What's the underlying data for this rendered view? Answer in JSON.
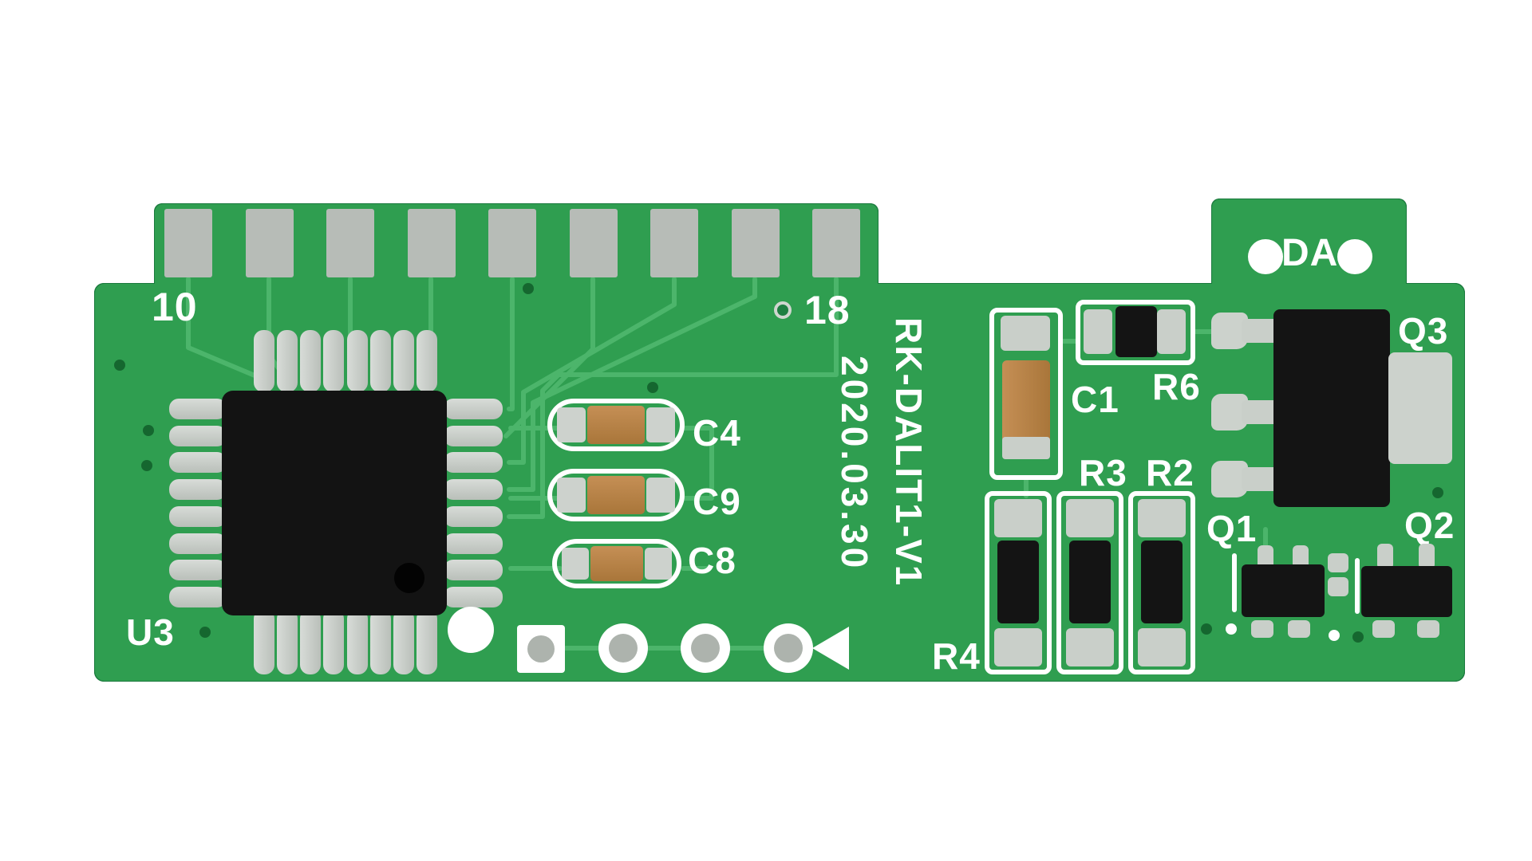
{
  "labels": {
    "connector_left": "10",
    "connector_right": "18",
    "da": "DA",
    "u3": "U3",
    "c4": "C4",
    "c9": "C9",
    "c8": "C8",
    "c1": "C1",
    "r6": "R6",
    "r3": "R3",
    "r2": "R2",
    "r4": "R4",
    "q1": "Q1",
    "q2": "Q2",
    "q3": "Q3",
    "board_name": "RK-DALIT1-V1",
    "board_date": "2020.03.30"
  },
  "colors": {
    "background": "#ffffff",
    "pcb_green": "#2f9e50",
    "pcb_edge": "#1b7a3e",
    "trace_light": "#4cb56b",
    "silkscreen": "#ffffff",
    "pad_gray": "#b7bcb7",
    "lead_silver": "#c9cfc9",
    "component_black": "#141414",
    "capacitor_tan": "#b5813f",
    "via_dark": "#15672f"
  },
  "counts": {
    "edge_fingers": 9,
    "chip_pins_per_side": 8
  }
}
